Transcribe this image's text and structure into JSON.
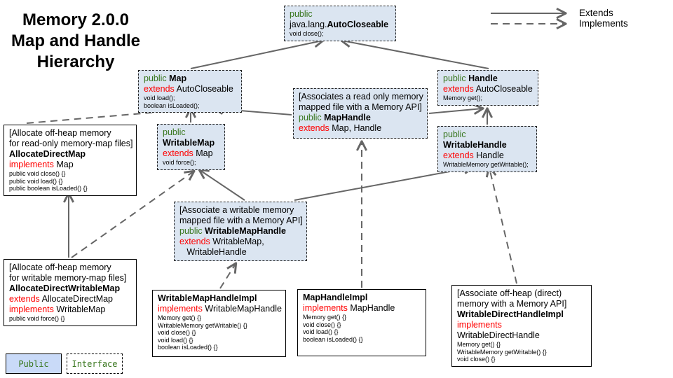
{
  "title": {
    "line1": "Memory 2.0.0",
    "line2": "Map and Handle",
    "line3": "Hierarchy"
  },
  "arrow_legend": {
    "extends_label": "Extends",
    "implements_label": "Implements"
  },
  "box_legend": {
    "public_label": "Public",
    "interface_label": "Interface"
  },
  "colors": {
    "public_fill": "#dbe5f1",
    "keyword_green": "#38761d",
    "keyword_red": "#ff0000",
    "arrow_gray": "#666666"
  },
  "nodes": {
    "autocloseable": {
      "lines": [
        {
          "segs": [
            {
              "t": "public",
              "s": "g"
            }
          ]
        },
        {
          "segs": [
            {
              "t": "java.lang.",
              "s": "k"
            },
            {
              "t": "AutoCloseable",
              "s": "b"
            }
          ]
        },
        {
          "small": true,
          "segs": [
            {
              "t": "void close();",
              "s": "k"
            }
          ]
        }
      ]
    },
    "map": {
      "lines": [
        {
          "segs": [
            {
              "t": "public ",
              "s": "g"
            },
            {
              "t": "Map",
              "s": "b"
            }
          ]
        },
        {
          "segs": [
            {
              "t": "extends ",
              "s": "r"
            },
            {
              "t": "AutoCloseable",
              "s": "k"
            }
          ]
        },
        {
          "small": true,
          "segs": [
            {
              "t": "void load();",
              "s": "k"
            }
          ]
        },
        {
          "small": true,
          "segs": [
            {
              "t": "boolean isLoaded();",
              "s": "k"
            }
          ]
        }
      ]
    },
    "handle": {
      "lines": [
        {
          "segs": [
            {
              "t": "public ",
              "s": "g"
            },
            {
              "t": "Handle",
              "s": "b"
            }
          ]
        },
        {
          "segs": [
            {
              "t": "extends ",
              "s": "r"
            },
            {
              "t": "AutoCloseable",
              "s": "k"
            }
          ]
        },
        {
          "small": true,
          "segs": [
            {
              "t": "Memory get();",
              "s": "k"
            }
          ]
        }
      ]
    },
    "maphandle": {
      "lines": [
        {
          "segs": [
            {
              "t": "[Associates a read only memory",
              "s": "k"
            }
          ]
        },
        {
          "segs": [
            {
              "t": "mapped file with a Memory API]",
              "s": "k"
            }
          ]
        },
        {
          "segs": [
            {
              "t": "public ",
              "s": "g"
            },
            {
              "t": "MapHandle",
              "s": "b"
            }
          ]
        },
        {
          "segs": [
            {
              "t": "extends ",
              "s": "r"
            },
            {
              "t": "Map, Handle",
              "s": "k"
            }
          ]
        }
      ]
    },
    "writablemap": {
      "lines": [
        {
          "segs": [
            {
              "t": "public",
              "s": "g"
            }
          ]
        },
        {
          "segs": [
            {
              "t": "WritableMap",
              "s": "b"
            }
          ]
        },
        {
          "segs": [
            {
              "t": "extends ",
              "s": "r"
            },
            {
              "t": "Map",
              "s": "k"
            }
          ]
        },
        {
          "small": true,
          "segs": [
            {
              "t": "void force();",
              "s": "k"
            }
          ]
        }
      ]
    },
    "writablehandle": {
      "lines": [
        {
          "segs": [
            {
              "t": "public",
              "s": "g"
            }
          ]
        },
        {
          "segs": [
            {
              "t": "WritableHandle",
              "s": "b"
            }
          ]
        },
        {
          "segs": [
            {
              "t": "extends ",
              "s": "r"
            },
            {
              "t": "Handle",
              "s": "k"
            }
          ]
        },
        {
          "small": true,
          "segs": [
            {
              "t": "WritableMemory getWritable();",
              "s": "k"
            }
          ]
        }
      ]
    },
    "allocatedirectmap": {
      "lines": [
        {
          "segs": [
            {
              "t": "[Allocate off-heap memory",
              "s": "k"
            }
          ]
        },
        {
          "segs": [
            {
              "t": "for read-only memory-map files]",
              "s": "k"
            }
          ]
        },
        {
          "segs": [
            {
              "t": "AllocateDirectMap",
              "s": "b"
            }
          ]
        },
        {
          "segs": [
            {
              "t": "implements ",
              "s": "r"
            },
            {
              "t": "Map",
              "s": "k"
            }
          ]
        },
        {
          "small": true,
          "segs": [
            {
              "t": "public void close() {}",
              "s": "k"
            }
          ]
        },
        {
          "small": true,
          "segs": [
            {
              "t": "public void load() {}",
              "s": "k"
            }
          ]
        },
        {
          "small": true,
          "segs": [
            {
              "t": "public boolean isLoaded() {}",
              "s": "k"
            }
          ]
        }
      ]
    },
    "writablemaphandle": {
      "lines": [
        {
          "segs": [
            {
              "t": "[Associate a writable memory",
              "s": "k"
            }
          ]
        },
        {
          "segs": [
            {
              "t": "mapped file with a Memory API]",
              "s": "k"
            }
          ]
        },
        {
          "segs": [
            {
              "t": "public ",
              "s": "g"
            },
            {
              "t": "WritableMapHandle",
              "s": "b"
            }
          ]
        },
        {
          "segs": [
            {
              "t": "extends ",
              "s": "r"
            },
            {
              "t": "WritableMap,",
              "s": "k"
            }
          ]
        },
        {
          "segs": [
            {
              "t": "   WritableHandle",
              "s": "k"
            }
          ]
        }
      ]
    },
    "allocatedirectwritablemap": {
      "lines": [
        {
          "segs": [
            {
              "t": "[Allocate off-heap memory",
              "s": "k"
            }
          ]
        },
        {
          "segs": [
            {
              "t": "for writable memory-map files]",
              "s": "k"
            }
          ]
        },
        {
          "segs": [
            {
              "t": "AllocateDirectWritableMap",
              "s": "b"
            }
          ]
        },
        {
          "segs": [
            {
              "t": "extends ",
              "s": "r"
            },
            {
              "t": "AllocateDirectMap",
              "s": "k"
            }
          ]
        },
        {
          "segs": [
            {
              "t": "implements ",
              "s": "r"
            },
            {
              "t": "WritableMap",
              "s": "k"
            }
          ]
        },
        {
          "small": true,
          "segs": [
            {
              "t": "public void force() {}",
              "s": "k"
            }
          ]
        }
      ]
    },
    "writablemaphandleimpl": {
      "lines": [
        {
          "segs": [
            {
              "t": "WritableMapHandleImpl",
              "s": "b"
            }
          ]
        },
        {
          "segs": [
            {
              "t": "implements ",
              "s": "r"
            },
            {
              "t": "WritableMapHandle",
              "s": "k"
            }
          ]
        },
        {
          "small": true,
          "segs": [
            {
              "t": "Memory get() {}",
              "s": "k"
            }
          ]
        },
        {
          "small": true,
          "segs": [
            {
              "t": "WritableMemory getWritable() {}",
              "s": "k"
            }
          ]
        },
        {
          "small": true,
          "segs": [
            {
              "t": "void close() {}",
              "s": "k"
            }
          ]
        },
        {
          "small": true,
          "segs": [
            {
              "t": "void load() {}",
              "s": "k"
            }
          ]
        },
        {
          "small": true,
          "segs": [
            {
              "t": "boolean isLoaded() {}",
              "s": "k"
            }
          ]
        }
      ]
    },
    "maphandleimpl": {
      "lines": [
        {
          "segs": [
            {
              "t": "MapHandleImpl",
              "s": "b"
            }
          ]
        },
        {
          "segs": [
            {
              "t": "implements ",
              "s": "r"
            },
            {
              "t": "MapHandle",
              "s": "k"
            }
          ]
        },
        {
          "small": true,
          "segs": [
            {
              "t": "Memory get() {}",
              "s": "k"
            }
          ]
        },
        {
          "small": true,
          "segs": [
            {
              "t": "void close() {}",
              "s": "k"
            }
          ]
        },
        {
          "small": true,
          "segs": [
            {
              "t": "void load() {}",
              "s": "k"
            }
          ]
        },
        {
          "small": true,
          "segs": [
            {
              "t": "boolean isLoaded() {}",
              "s": "k"
            }
          ]
        }
      ]
    },
    "writabledirecthandleimpl": {
      "lines": [
        {
          "segs": [
            {
              "t": "[Associate off-heap (direct)",
              "s": "k"
            }
          ]
        },
        {
          "segs": [
            {
              "t": "memory with a Memory API]",
              "s": "k"
            }
          ]
        },
        {
          "segs": [
            {
              "t": "WritableDirectHandleImpl",
              "s": "b"
            }
          ]
        },
        {
          "segs": [
            {
              "t": "implements",
              "s": "r"
            }
          ]
        },
        {
          "segs": [
            {
              "t": "WritableDirectHandle",
              "s": "k"
            }
          ]
        },
        {
          "small": true,
          "segs": [
            {
              "t": "Memory get() {}",
              "s": "k"
            }
          ]
        },
        {
          "small": true,
          "segs": [
            {
              "t": "WritableMemory getWritable() {}",
              "s": "k"
            }
          ]
        },
        {
          "small": true,
          "segs": [
            {
              "t": "void close() {}",
              "s": "k"
            }
          ]
        }
      ]
    }
  }
}
